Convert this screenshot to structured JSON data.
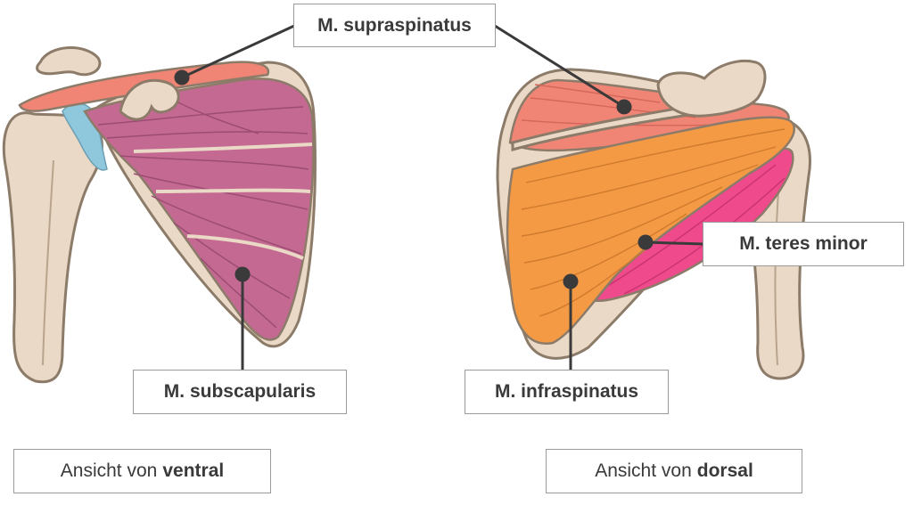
{
  "labels": {
    "supraspinatus": "M. supraspinatus",
    "subscapularis": "M. subscapularis",
    "teres_minor": "M. teres minor",
    "infraspinatus": "M. infraspinatus"
  },
  "captions": {
    "ventral_prefix": "Ansicht von",
    "ventral_bold": "ventral",
    "dorsal_prefix": "Ansicht von",
    "dorsal_bold": "dorsal"
  },
  "colors": {
    "bone": "#ead9c6",
    "outline": "#8c7b69",
    "supraspinatus": "#f08576",
    "subscapularis": "#c46a92",
    "infraspinatus": "#f49a45",
    "teres_minor": "#ef4a8c",
    "cartilage": "#8fc7dc",
    "leader": "#3a3a3a"
  }
}
